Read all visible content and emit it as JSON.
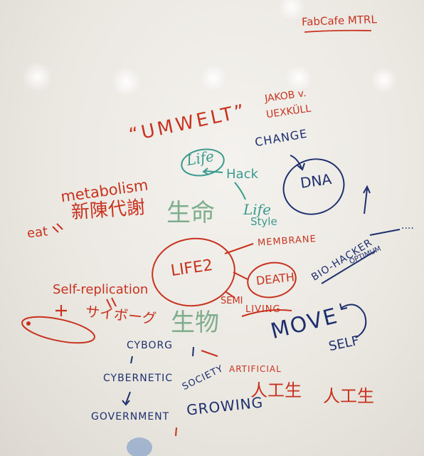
{
  "board": {
    "tag": "FabCafe MTRL",
    "umwelt": "“UMWELT”",
    "uexkull": [
      "JAKOB v.",
      "UEXKÜLL"
    ],
    "life": "Life",
    "hack": "Hack",
    "life2": "Life",
    "style": "Style",
    "change": "CHANGE",
    "dna": "DNA",
    "metabolism": "metabolism",
    "shintaisha": "新陳代謝",
    "eat": "eat",
    "seimei": "生命",
    "membrane": "MEMBRANE",
    "life_2": "LIFE2",
    "death": "DEATH",
    "bio_hacker": "BIO-HACKER",
    "optimum": "OPTIMUM",
    "self_replication": "Self-replication",
    "cyborg_jp": "サイボーグ",
    "seibutsu": "生物",
    "semi": "SEMI",
    "living": "LIVING",
    "move": "MOVE",
    "self": "SELF",
    "cyborg": "CYBORG",
    "cybernetic": "CYBERNETIC",
    "society": "SOCIETY",
    "artificial": "ARTIFICIAL",
    "jinkou_sei_1": "人工生",
    "jinkou_sei_2": "人工生",
    "government": "GOVERNMENT",
    "growing": "GROWING",
    "dots": "...."
  },
  "colors": {
    "red": "#c8321f",
    "blue": "#1e2f6e",
    "teal": "#3a9a8e",
    "green": "#7fae8e"
  }
}
